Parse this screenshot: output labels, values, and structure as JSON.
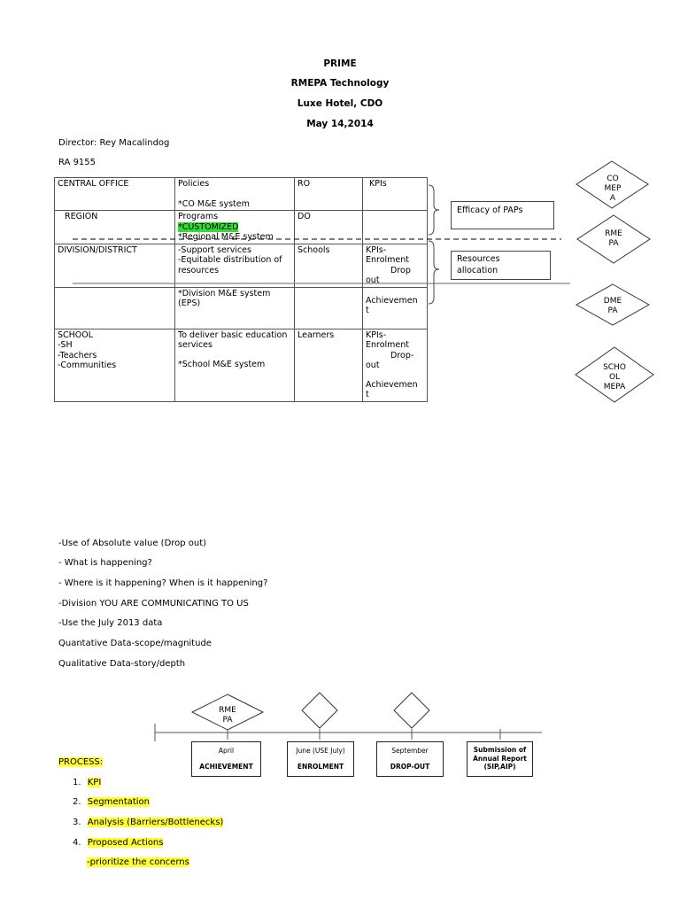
{
  "header": {
    "line1": "PRIME",
    "line2": "RMEPA Technology",
    "line3": "Luxe Hotel, CDO",
    "line4": "May 14,2014"
  },
  "director": "Director: Rey Macalindog",
  "ra": "RA 9155",
  "table": {
    "central_office": "CENTRAL OFFICE",
    "co_policies": "Policies",
    "co_me": "*CO M&E system",
    "co_level": "RO",
    "co_kpi": "KPIs",
    "region": "REGION",
    "region_programs": "Programs",
    "region_customized": "*CUSTOMIZED",
    "region_me": "*Regional M&E system",
    "region_level": "DO",
    "division": "DIVISION/DISTRICT",
    "div_support": "-Support services",
    "div_equitable": "-Equitable distribution of resources",
    "div_level": "Schools",
    "div_kpi": "KPIs-",
    "div_enrol": "Enrolment",
    "div_drop": "Drop",
    "div_out": "out",
    "div_me": "*Division M&E system (EPS)",
    "div_achieve": "Achievemen",
    "div_achieve_t": "t",
    "school": "SCHOOL",
    "school_sh": "-SH",
    "school_teachers": "-Teachers",
    "school_comm": "-Communities",
    "school_deliver": "To deliver basic education services",
    "school_me": "*School M&E system",
    "school_level": "Learners",
    "school_kpi": "KPIs-",
    "school_enrol": "Enrolment",
    "school_drop": "Drop-",
    "school_out": "out",
    "school_achieve": "Achievemen",
    "school_achieve_t": "t"
  },
  "side_boxes": {
    "efficacy": "Efficacy of PAPs",
    "resources_1": "Resources",
    "resources_2": "allocation"
  },
  "diamonds": {
    "comepa_1": "CO",
    "comepa_2": "MEP",
    "comepa_3": "A",
    "rmepa_1": "RME",
    "rmepa_2": "PA",
    "dmepa_1": "DME",
    "dmepa_2": "PA",
    "school_1": "SCHO",
    "school_2": "OL",
    "school_3": "MEPA"
  },
  "notes": [
    "-Use of Absolute value (Drop out)",
    "- What is happening?",
    "- Where is it happening? When is it happening?",
    "-Division YOU ARE COMMUNICATING TO US",
    "-Use the July 2013 data",
    "Quantative Data-scope/magnitude",
    "Qualitative Data-story/depth"
  ],
  "timeline": {
    "rmepa_1": "RME",
    "rmepa_2": "PA",
    "boxes": [
      {
        "top": "April",
        "bottom": "ACHIEVEMENT"
      },
      {
        "top": "June (USE July)",
        "bottom": "ENROLMENT"
      },
      {
        "top": "September",
        "bottom": "DROP-OUT"
      },
      {
        "top": "Submission of Annual Report (SIP,AIP)",
        "bottom": ""
      }
    ]
  },
  "process": {
    "title": "PROCESS:",
    "items": [
      {
        "num": "1.",
        "label": "KPI"
      },
      {
        "num": "2.",
        "label": "Segmentation"
      },
      {
        "num": "3.",
        "label": "Analysis (Barriers/Bottlenecks)"
      },
      {
        "num": "4.",
        "label": "Proposed Actions"
      }
    ],
    "sub": "-prioritize the concerns"
  },
  "colors": {
    "highlight_yellow": "#ffff33",
    "highlight_green": "#33dd33"
  }
}
